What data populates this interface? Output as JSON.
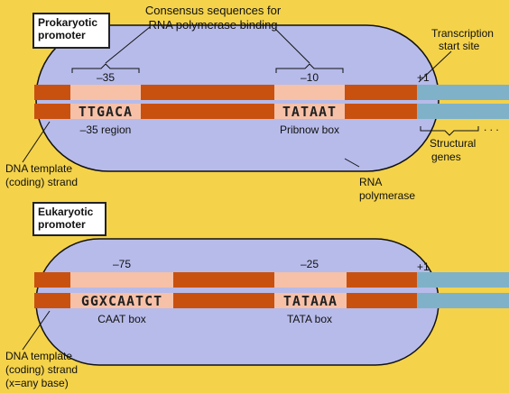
{
  "colors": {
    "background": "#f4d24a",
    "polymerase": "#b7bbea",
    "dna_strand": "#c9510f",
    "consensus": "#f7c1a8",
    "structural_genes": "#7fb2c8"
  },
  "top_title": "Consensus sequences for RNA polymerase binding",
  "prokaryotic": {
    "title_line1": "Prokaryotic",
    "title_line2": "promoter",
    "site1_position": "–35",
    "site1_sequence": "TTGACA",
    "site1_name": "–35 region",
    "site2_position": "–10",
    "site2_sequence": "TATAAT",
    "site2_name": "Pribnow box",
    "start_marker": "+1",
    "transcription_start_line1": "Transcription",
    "transcription_start_line2": "start site",
    "dots": ". . .",
    "structural_genes_line1": "Structural",
    "structural_genes_line2": "genes",
    "polymerase_line1": "RNA",
    "polymerase_line2": "polymerase",
    "template_line1": "DNA template",
    "template_line2": "(coding) strand"
  },
  "eukaryotic": {
    "title_line1": "Eukaryotic",
    "title_line2": "promoter",
    "site1_position": "–75",
    "site1_sequence": "GGXCAATCT",
    "site1_name": "CAAT box",
    "site2_position": "–25",
    "site2_sequence": "TATAAA",
    "site2_name": "TATA box",
    "start_marker": "+1",
    "template_line1": "DNA template",
    "template_line2": "(coding) strand",
    "template_line3": "(x=any base)"
  }
}
